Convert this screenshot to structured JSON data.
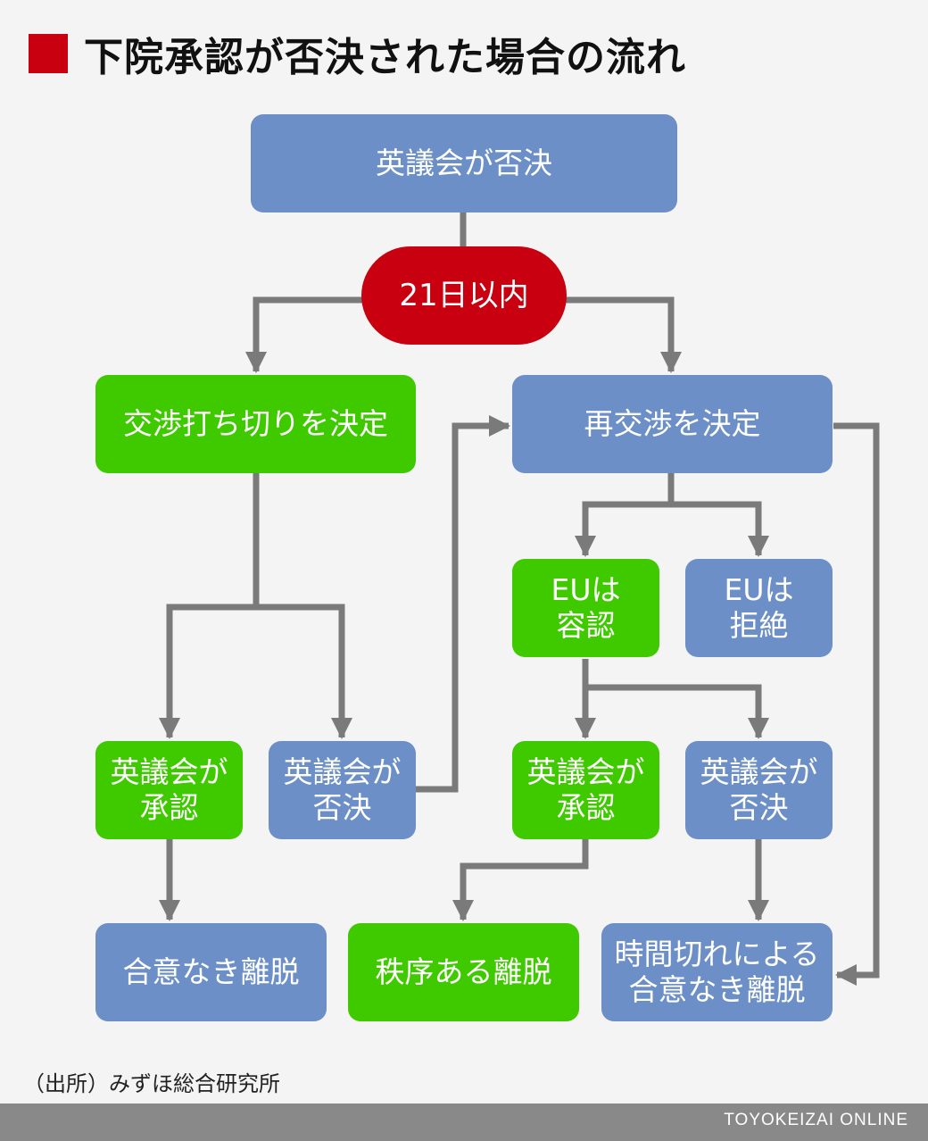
{
  "title": "下院承認が否決された場合の流れ",
  "nodes": {
    "parliament_rejects": "英議会が否決",
    "within_21_days": "21日以内",
    "end_negotiations": "交渉打ち切りを決定",
    "renegotiate": "再交渉を決定",
    "eu_accepts": "EUは\n容認",
    "eu_refuses": "EUは\n拒絶",
    "left_approves": "英議会が\n承認",
    "left_rejects": "英議会が\n否決",
    "right_approves": "英議会が\n承認",
    "right_rejects": "英議会が\n否決",
    "no_deal_exit": "合意なき離脱",
    "orderly_exit": "秩序ある離脱",
    "timeout_no_deal_exit": "時間切れによる\n合意なき離脱"
  },
  "source": "（出所）みずほ総合研究所",
  "brand": "TOYOKEIZAI ONLINE",
  "colors": {
    "blue": "#6b8fc6",
    "green": "#3fca00",
    "red": "#c8000f",
    "arrow": "#7a7a7a"
  }
}
